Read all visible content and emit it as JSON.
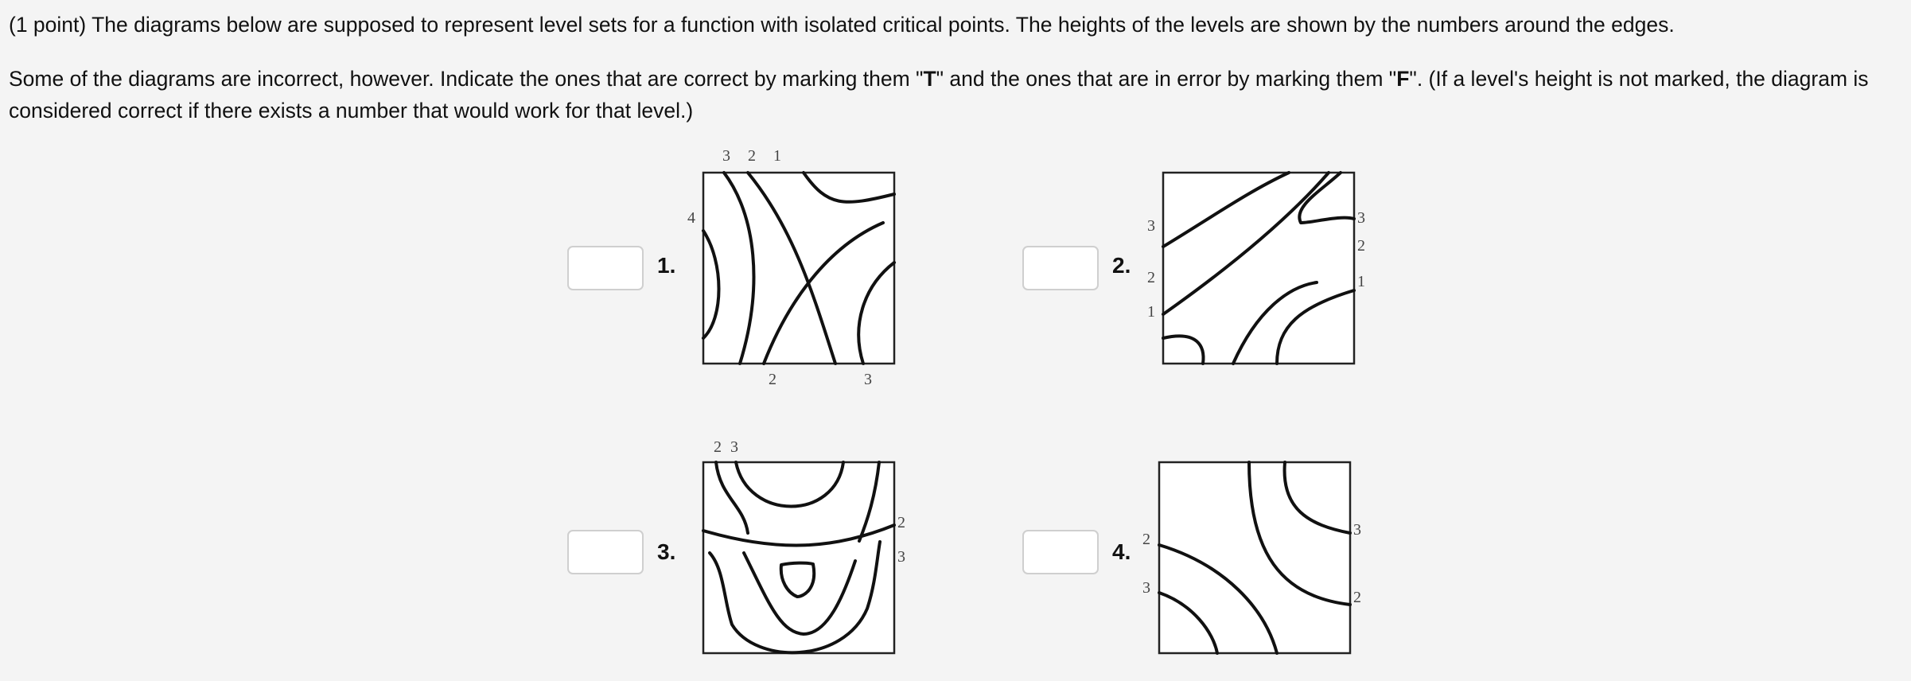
{
  "intro": "(1 point) The diagrams below are supposed to represent level sets for a function with isolated critical points. The heights of the levels are shown by the numbers around the edges.",
  "instructions": {
    "before_t": "Some of the diagrams are incorrect, however. Indicate the ones that are correct by marking them \"",
    "t_mark": "T",
    "between": "\" and the ones that are in error by marking them \"",
    "f_mark": "F",
    "after_f": "\". (If a level's height is not marked, the diagram is considered correct if there exists a number that would work for that level.)"
  },
  "problems": [
    {
      "label": "1.",
      "answer": "",
      "edge_labels": {
        "top": [
          "3",
          "2",
          "1"
        ],
        "left": [
          "4"
        ],
        "bottom": [
          "2",
          "3"
        ]
      }
    },
    {
      "label": "2.",
      "answer": "",
      "edge_labels": {
        "left": [
          "3",
          "2",
          "1"
        ],
        "right": [
          "3",
          "2",
          "1"
        ]
      }
    },
    {
      "label": "3.",
      "answer": "",
      "edge_labels": {
        "top": [
          "2",
          "3"
        ],
        "right": [
          "2",
          "3"
        ]
      }
    },
    {
      "label": "4.",
      "answer": "",
      "edge_labels": {
        "left": [
          "2",
          "3"
        ],
        "right": [
          "3",
          "2"
        ]
      }
    }
  ]
}
